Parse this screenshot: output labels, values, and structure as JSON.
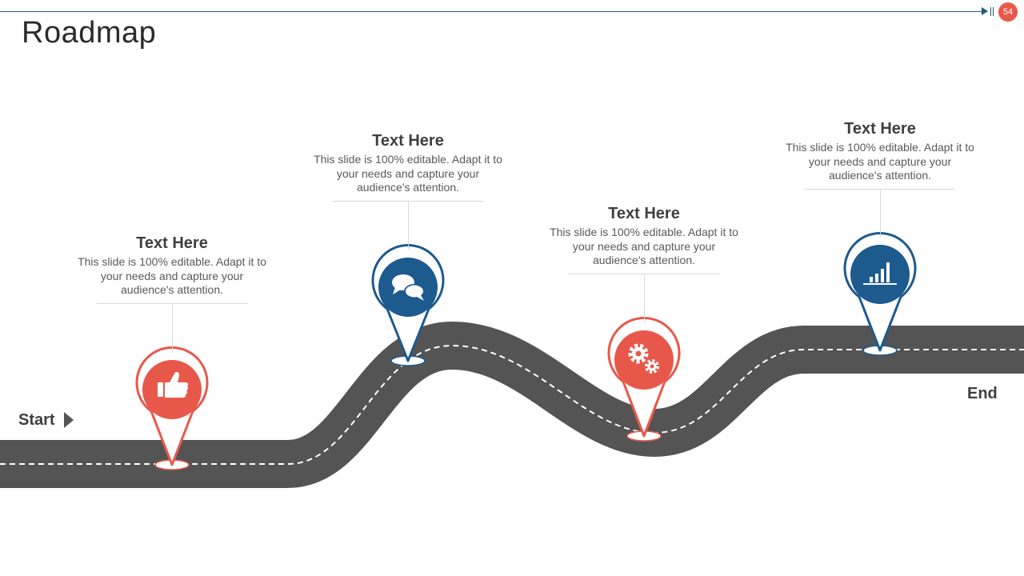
{
  "slide": {
    "title": "Roadmap",
    "page_number": "54"
  },
  "road": {
    "start_label": "Start",
    "end_label": "End"
  },
  "milestones": [
    {
      "heading": "Text Here",
      "body": "This slide is 100% editable. Adapt it to your needs and capture your audience's attention.",
      "icon": "thumbs-up-icon",
      "color": "#e8584a"
    },
    {
      "heading": "Text Here",
      "body": "This slide is 100% editable. Adapt it to your needs and capture your audience's attention.",
      "icon": "chat-bubbles-icon",
      "color": "#1d5a8e"
    },
    {
      "heading": "Text Here",
      "body": "This slide is 100% editable. Adapt it to your needs and capture your audience's attention.",
      "icon": "gears-icon",
      "color": "#e8584a"
    },
    {
      "heading": "Text Here",
      "body": "This slide is 100% editable. Adapt it to your needs and capture your audience's attention.",
      "icon": "bar-chart-icon",
      "color": "#1d5a8e"
    }
  ],
  "colors": {
    "road": "#545454",
    "accent_red": "#e8584a",
    "accent_blue": "#1d5a8e"
  }
}
